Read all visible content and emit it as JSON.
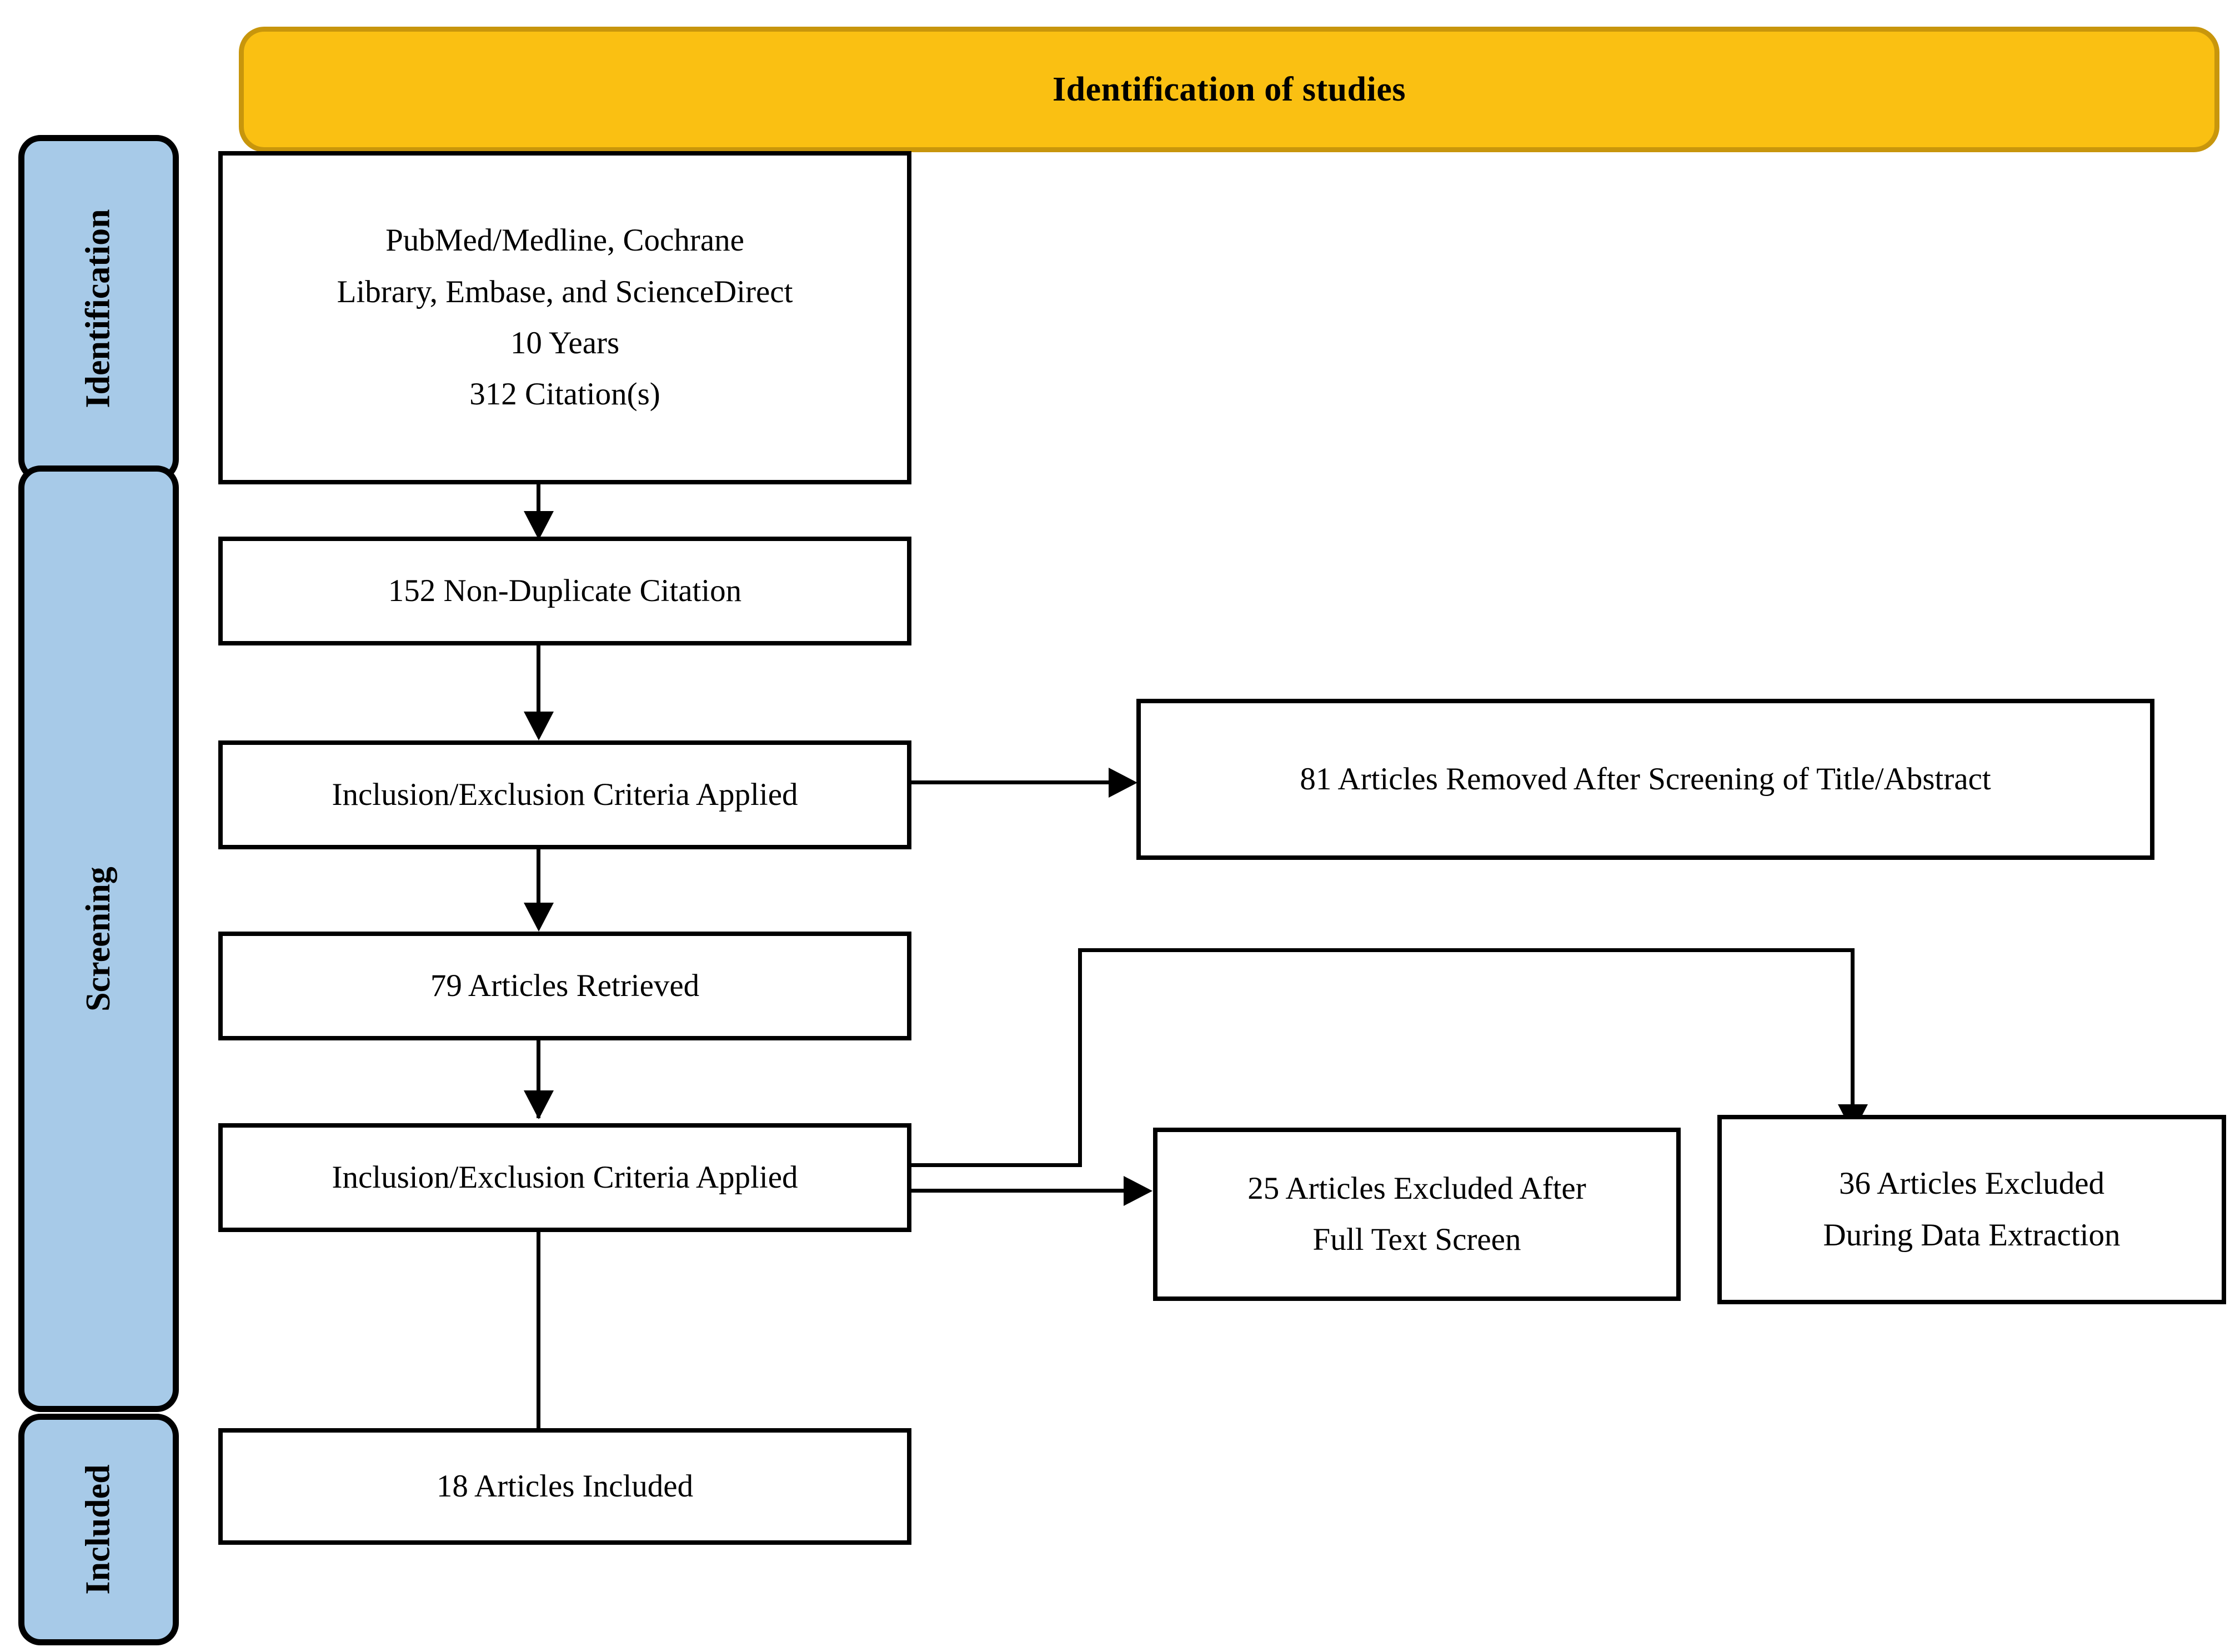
{
  "banner": {
    "title": "Identification of studies",
    "fill": "#FAC012",
    "border": "#C8960C"
  },
  "phases": [
    {
      "label": "Identification"
    },
    {
      "label": "Screening"
    },
    {
      "label": "Included"
    }
  ],
  "phase_fill": "#A7CAE8",
  "boxes": {
    "sources": {
      "line1": "PubMed/Medline, Cochrane",
      "line2": "Library, Embase, and ScienceDirect",
      "line3": "10 Years",
      "line4": "312 Citation(s)"
    },
    "non_duplicate": {
      "line1": "152 Non-Duplicate Citation"
    },
    "criteria1": {
      "line1": "Inclusion/Exclusion Criteria Applied"
    },
    "removed_title": {
      "line1": "81 Articles Removed After Screening of Title/Abstract"
    },
    "retrieved": {
      "line1": "79 Articles Retrieved"
    },
    "criteria2": {
      "line1": "Inclusion/Exclusion Criteria Applied"
    },
    "excluded_full": {
      "line1": "25 Articles Excluded After",
      "line2": "Full Text Screen"
    },
    "excluded_data": {
      "line1": "36 Articles Excluded",
      "line2": "During Data Extraction"
    },
    "included": {
      "line1": "18 Articles Included"
    }
  }
}
